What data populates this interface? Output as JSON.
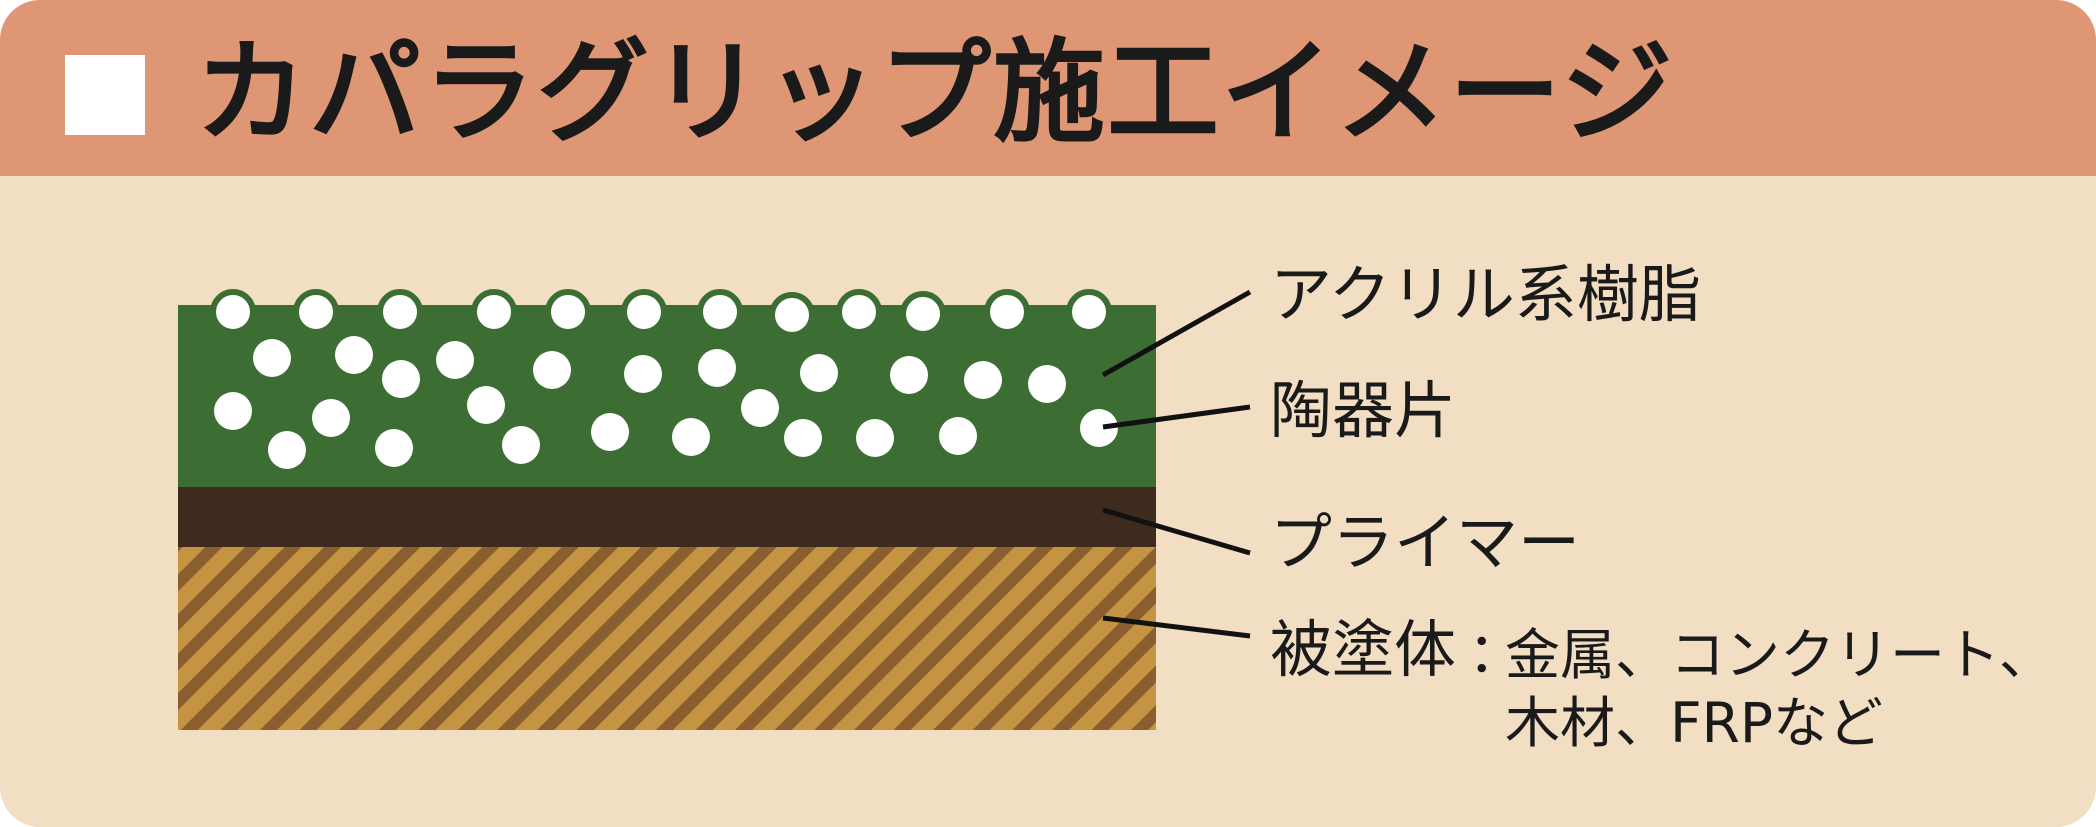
{
  "header": {
    "title": "カパラグリップ施工イメージ"
  },
  "layers": {
    "acrylic_resin": "アクリル系樹脂",
    "ceramic_chips": "陶器片",
    "primer": "プライマー",
    "substrate": "被塗体",
    "substrate_colon": "：",
    "substrate_examples_line1": "金属、コンクリート、",
    "substrate_examples_line2": "木材、FRPなど"
  },
  "colors": {
    "header_bg": "#df9675",
    "card_bg": "#f2dfc3",
    "resin_green": "#3c6e34",
    "primer_brown": "#3e2b1e",
    "substrate_light": "#c49443",
    "substrate_dark": "#8a5e2e",
    "chip_white": "#ffffff"
  }
}
